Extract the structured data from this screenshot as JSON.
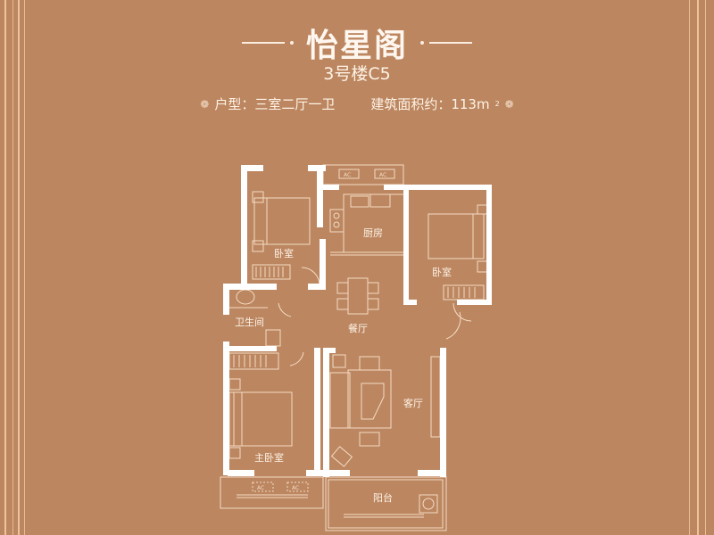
{
  "header": {
    "title": "怡星阁",
    "building": "3号楼C5",
    "layout_label": "户型：三室二厅一卫",
    "area_label": "建筑面积约：113m",
    "area_sup": "2",
    "flower_icon": "❁"
  },
  "rooms": {
    "bedroom_nw": "卧室",
    "kitchen": "厨房",
    "bedroom_ne": "卧室",
    "bathroom": "卫生间",
    "dining": "餐厅",
    "master_bedroom": "主卧室",
    "living": "客厅",
    "balcony": "阳台"
  },
  "ac_label": "AC",
  "colors": {
    "background": "#bb8660",
    "wall": "#ffffff",
    "line": "#f6dcc4"
  }
}
